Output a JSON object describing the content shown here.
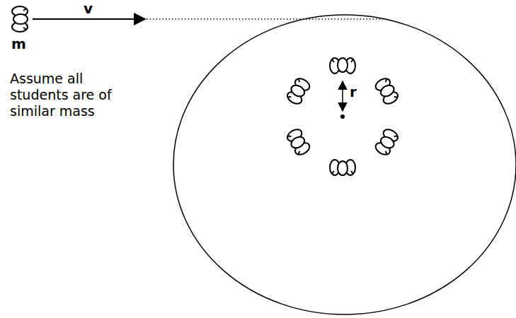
{
  "diagram": {
    "labels": [
      "v",
      "m",
      "Assume all students are of similar mass",
      "r"
    ]
  }
}
